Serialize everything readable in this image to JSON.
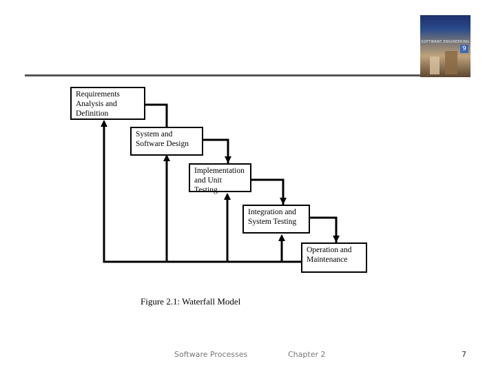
{
  "diagram": {
    "stages": [
      {
        "id": "requirements",
        "line1": "Requirements",
        "line2": "Analysis and",
        "line3": "Definition"
      },
      {
        "id": "design",
        "line1": "System and",
        "line2": "Software Design"
      },
      {
        "id": "implementation",
        "line1": "Implementation",
        "line2": "and Unit Testing"
      },
      {
        "id": "integration",
        "line1": "Integration and",
        "line2": "System Testing"
      },
      {
        "id": "operation",
        "line1": "Operation and",
        "line2": "Maintenance"
      }
    ],
    "caption": "Figure 2.1: Waterfall Model"
  },
  "cover": {
    "title": "SOFTWARE ENGINEERING",
    "edition": "9"
  },
  "footer": {
    "left": "Software Processes",
    "center": "Chapter 2",
    "page": "7"
  }
}
